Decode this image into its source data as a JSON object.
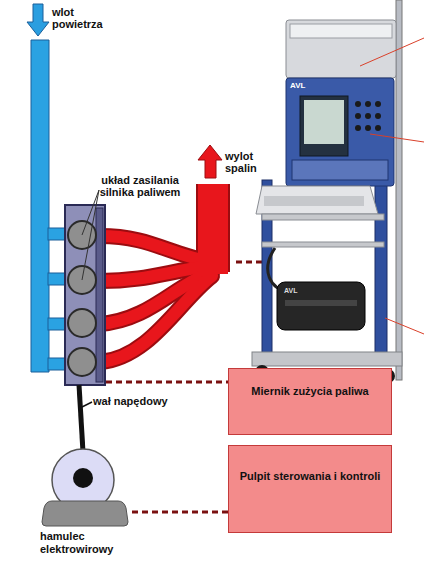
{
  "diagram": {
    "nodes": [
      {
        "text": [
          "Miernik zużycia paliwa"
        ]
      },
      {
        "text": [
          "Pulpit sterowania i kontroli"
        ]
      },
      {
        "text": [
          "hamulec elektrowirowy"
        ]
      }
    ],
    "edges": [
      {
        "from": 2,
        "to": 1,
        "arrow": "none"
      }
    ],
    "labels": [
      "wlot powietrza",
      "układ zasilania silnika paliwem",
      "wylot spalin",
      "wał napędowy",
      "AVL",
      "AVL"
    ]
  }
}
